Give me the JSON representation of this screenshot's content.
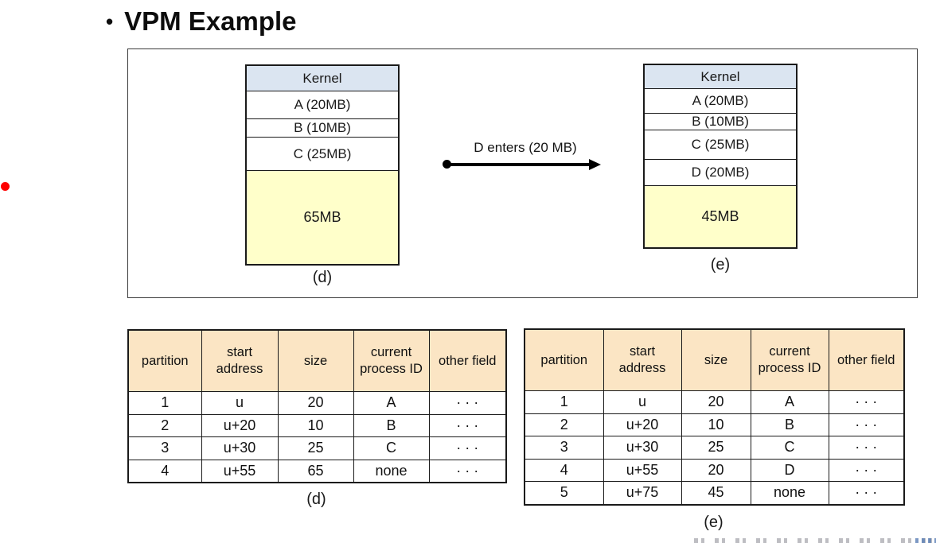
{
  "page": {
    "title_bullet": "•",
    "title": "VPM Example"
  },
  "memory_diagrams": {
    "d": {
      "label": "(d)",
      "blocks": [
        "Kernel",
        "A (20MB)",
        "B (10MB)",
        "C (25MB)",
        "65MB"
      ]
    },
    "e": {
      "label": "(e)",
      "blocks": [
        "Kernel",
        "A (20MB)",
        "B (10MB)",
        "C (25MB)",
        "D (20MB)",
        "45MB"
      ]
    }
  },
  "arrow": {
    "label": "D enters (20 MB)"
  },
  "tables": {
    "d": {
      "label": "(d)",
      "headers": [
        "partition",
        "start address",
        "size",
        "current process ID",
        "other field"
      ],
      "rows": [
        [
          "1",
          "u",
          "20",
          "A",
          "· · ·"
        ],
        [
          "2",
          "u+20",
          "10",
          "B",
          "· · ·"
        ],
        [
          "3",
          "u+30",
          "25",
          "C",
          "· · ·"
        ],
        [
          "4",
          "u+55",
          "65",
          "none",
          "· · ·"
        ]
      ]
    },
    "e": {
      "label": "(e)",
      "headers": [
        "partition",
        "start address",
        "size",
        "current process ID",
        "other field"
      ],
      "rows": [
        [
          "1",
          "u",
          "20",
          "A",
          "· · ·"
        ],
        [
          "2",
          "u+20",
          "10",
          "B",
          "· · ·"
        ],
        [
          "3",
          "u+30",
          "25",
          "C",
          "· · ·"
        ],
        [
          "4",
          "u+55",
          "20",
          "D",
          "· · ·"
        ],
        [
          "5",
          "u+75",
          "45",
          "none",
          "· · ·"
        ]
      ]
    }
  },
  "colors": {
    "kernel_fill": "#dbe5f1",
    "free_space_fill": "#ffffca",
    "table_header_fill": "#fbe5c4",
    "bullet_red": "#fe0000",
    "border_dark": "#1a1a1a"
  }
}
